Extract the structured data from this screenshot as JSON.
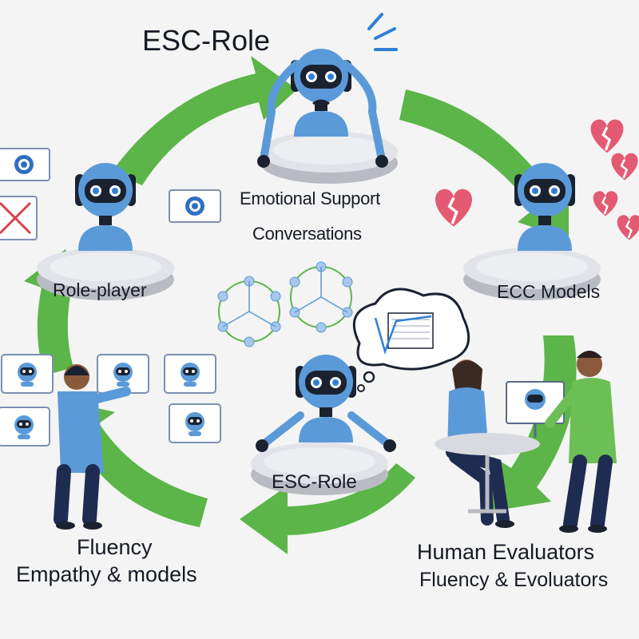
{
  "labels": {
    "esc_role_top": "ESC-Role",
    "emotional_support_line1": "Emotional Support",
    "emotional_support_line2": "Conversations",
    "role_player": "Role-player",
    "ecc_models": "ECC Models",
    "esc_role_center": "ESC-Role",
    "fluency": "Fluency",
    "empathy_models": "Empathy & models",
    "human_evaluators": "Human Evaluators",
    "fluency_evaluators": "Fluency & Evoluators"
  },
  "colors": {
    "arrow_green": "#5bb548",
    "robot_blue": "#5b9ad8",
    "robot_face": "#1a2230",
    "platform": "#d9dadf",
    "heart_pink": "#e35a72",
    "text": "#161a24"
  },
  "icons": [
    "robot-icon",
    "broken-heart-icon",
    "envelope-icon",
    "cross-icon",
    "chart-icon",
    "molecule-icon",
    "person-icon",
    "monitor-icon"
  ]
}
